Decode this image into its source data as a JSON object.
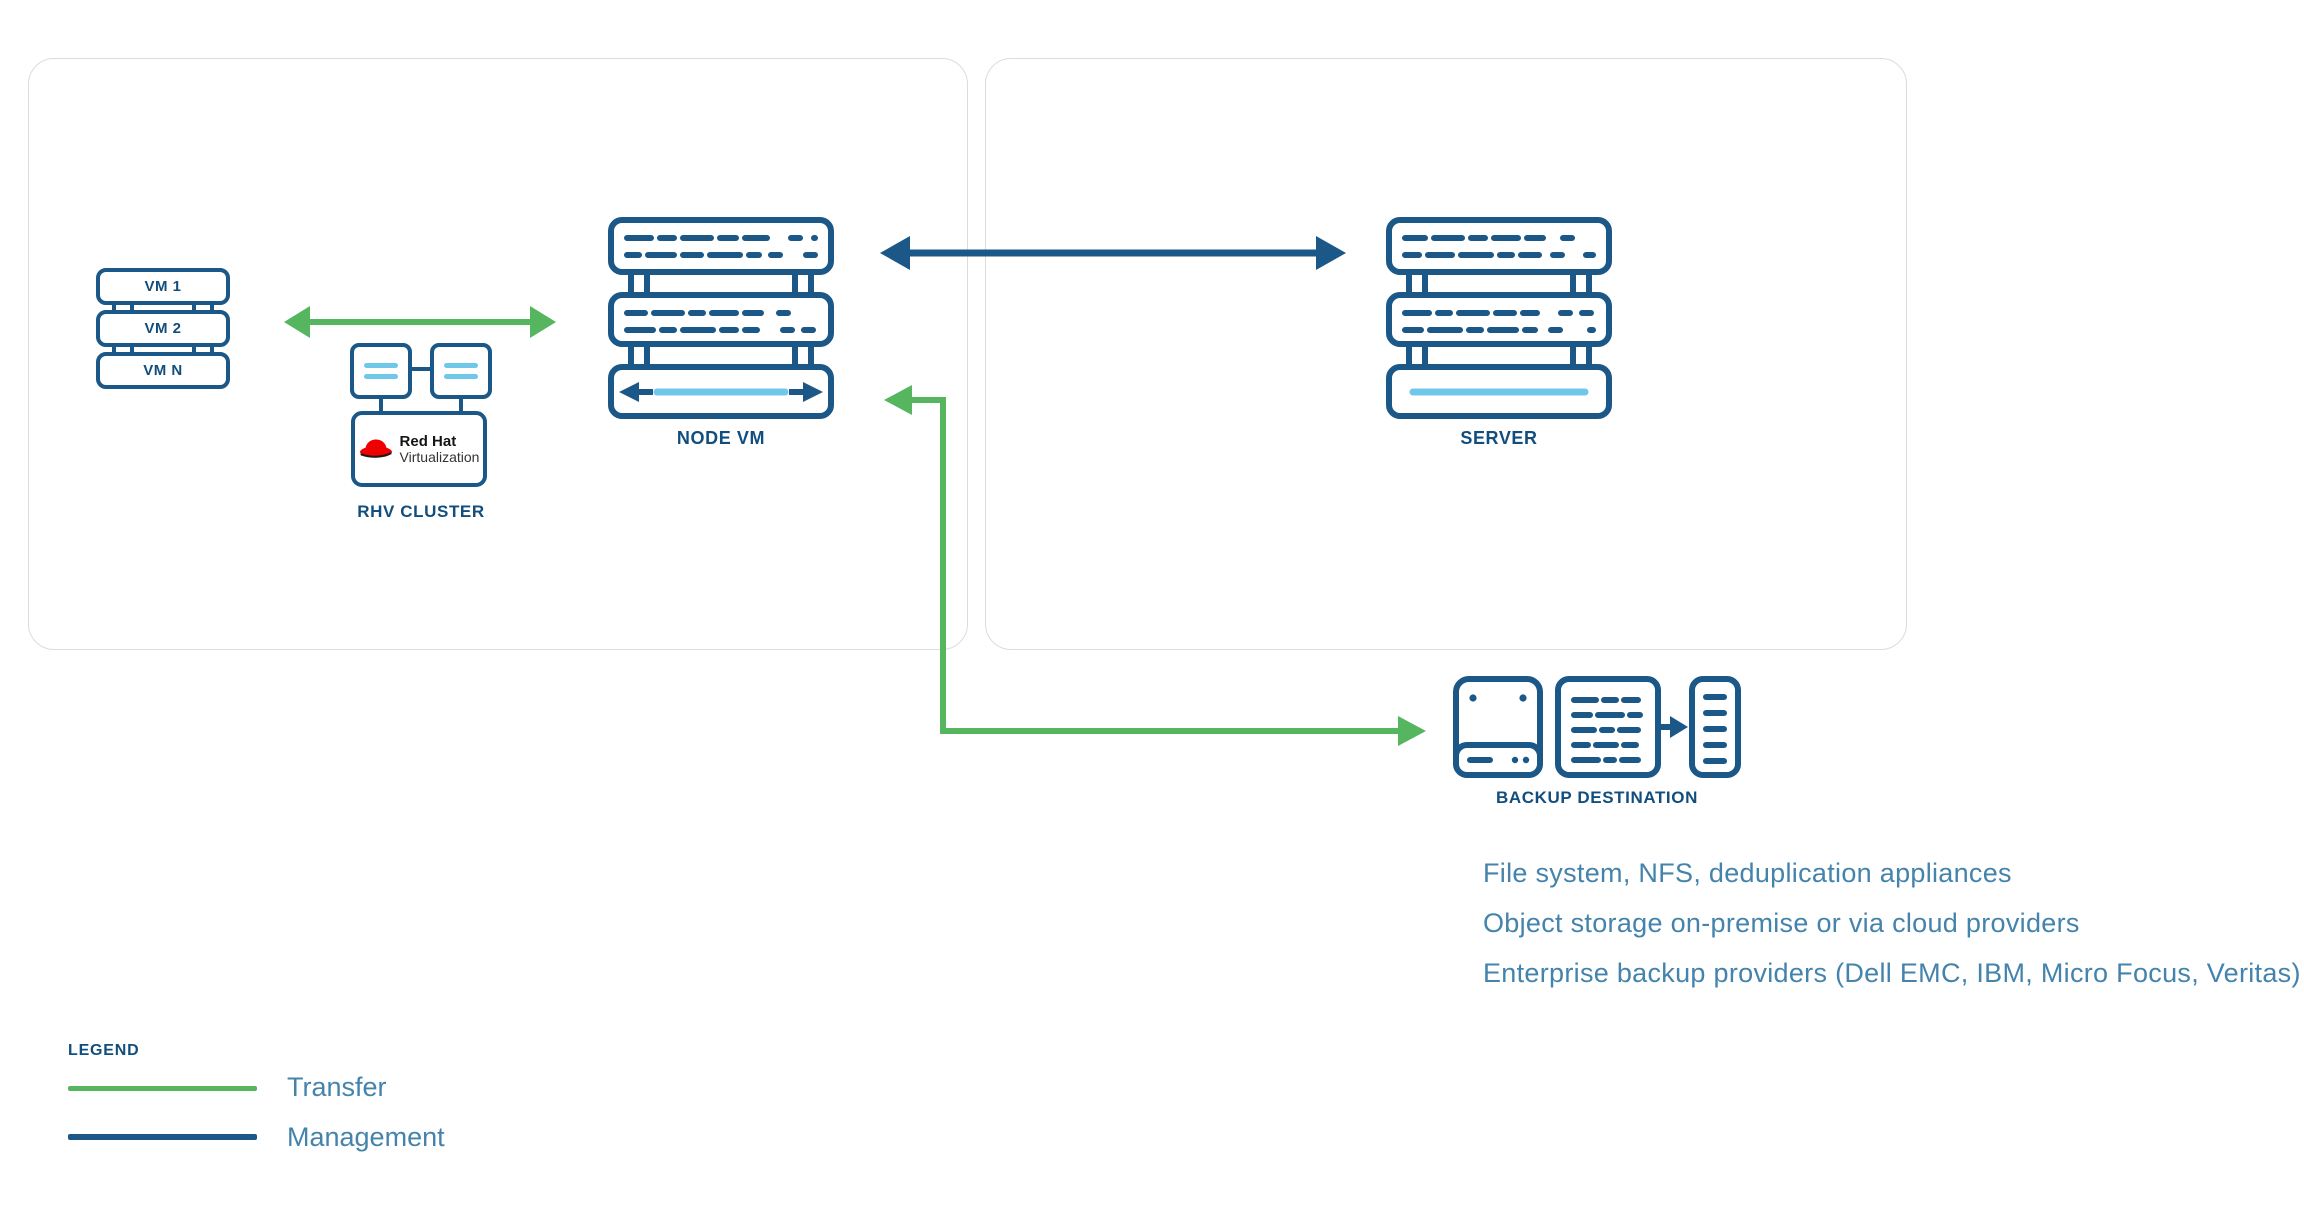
{
  "diagram": {
    "left_panel": {
      "vm_stack": {
        "items": [
          "VM 1",
          "VM 2",
          "VM N"
        ]
      },
      "rhv_cluster": {
        "label": "RHV CLUSTER",
        "logo": {
          "line1": "Red Hat",
          "line2": "Virtualization"
        }
      },
      "node_vm": {
        "label": "NODE VM"
      }
    },
    "right_panel": {
      "server": {
        "label": "SERVER"
      }
    },
    "backup_destination": {
      "label": "BACKUP DESTINATION",
      "notes": [
        "File system, NFS, deduplication appliances",
        "Object storage on-premise or via cloud providers",
        "Enterprise backup providers (Dell EMC, IBM, Micro Focus, Veritas)"
      ]
    },
    "legend": {
      "title": "LEGEND",
      "items": [
        {
          "label": "Transfer",
          "color": "#56B65F"
        },
        {
          "label": "Management",
          "color": "#1B5787"
        }
      ]
    },
    "colors": {
      "stroke_blue": "#1B5787",
      "label_blue": "#124E7D",
      "transfer_green": "#56B65F",
      "light_blue": "#6FC7EA",
      "note_text": "#4483AB",
      "panel_border": "#DCDCDC",
      "redhat_red": "#EE0000"
    }
  }
}
